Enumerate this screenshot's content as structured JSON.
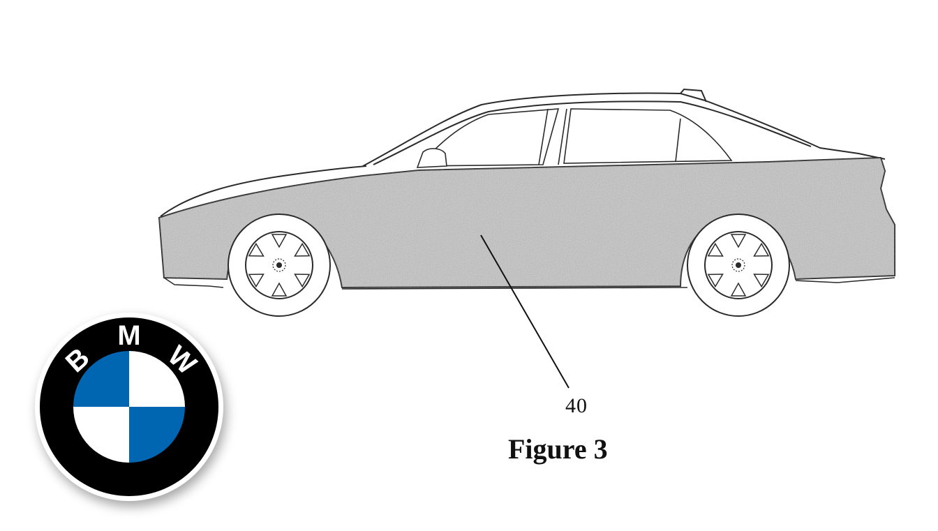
{
  "figure": {
    "caption": "Figure 3",
    "reference_numeral": "40",
    "subject": "side-view-sedan-patent-drawing"
  },
  "logo": {
    "brand_text": "BMW",
    "letters": [
      "B",
      "M",
      "W"
    ],
    "colors": {
      "ring": "#000000",
      "outer_rim": "#ffffff",
      "blue": "#0066b1",
      "white": "#ffffff"
    }
  },
  "colors": {
    "background": "#ffffff",
    "line": "#2a2a2a",
    "body_shading": "#bdbdbd"
  }
}
